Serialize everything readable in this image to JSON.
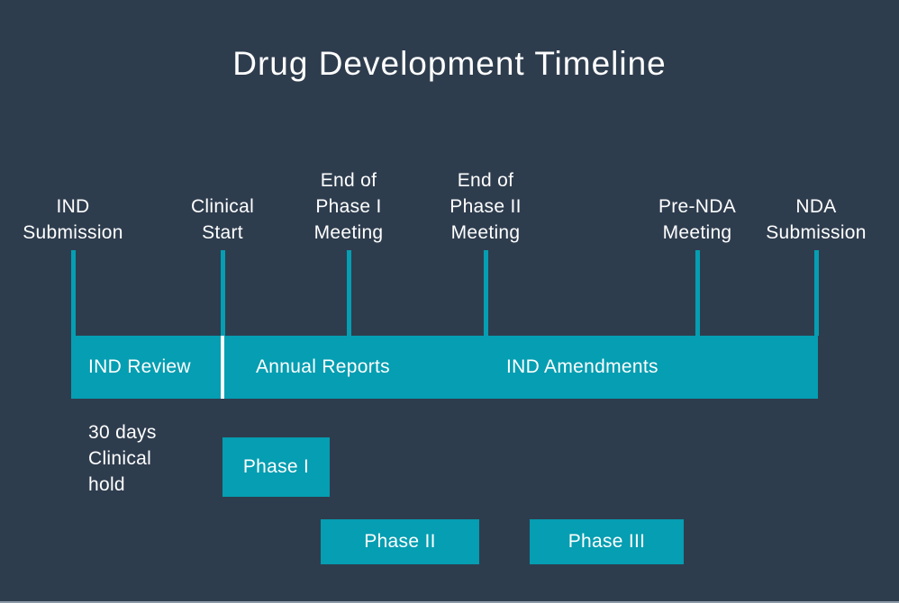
{
  "title": "Drug Development Timeline",
  "milestones": [
    {
      "label": "IND\nSubmission"
    },
    {
      "label": "Clinical\nStart"
    },
    {
      "label": "End of\nPhase I\nMeeting"
    },
    {
      "label": "End of\nPhase II\nMeeting"
    },
    {
      "label": "Pre-NDA\nMeeting"
    },
    {
      "label": "NDA\nSubmission"
    }
  ],
  "bar_segments": [
    {
      "label": "IND Review"
    },
    {
      "label": "Annual Reports"
    },
    {
      "label": "IND Amendments"
    }
  ],
  "note": "30 days\nClinical\nhold",
  "phases": [
    {
      "label": "Phase I"
    },
    {
      "label": "Phase II"
    },
    {
      "label": "Phase III"
    }
  ],
  "colors": {
    "background": "#2e3d4e",
    "accent_teal": "#059eb2",
    "text": "#ffffff",
    "segment_divider": "#ffffff",
    "bottom_edge": "#8c98a5"
  }
}
